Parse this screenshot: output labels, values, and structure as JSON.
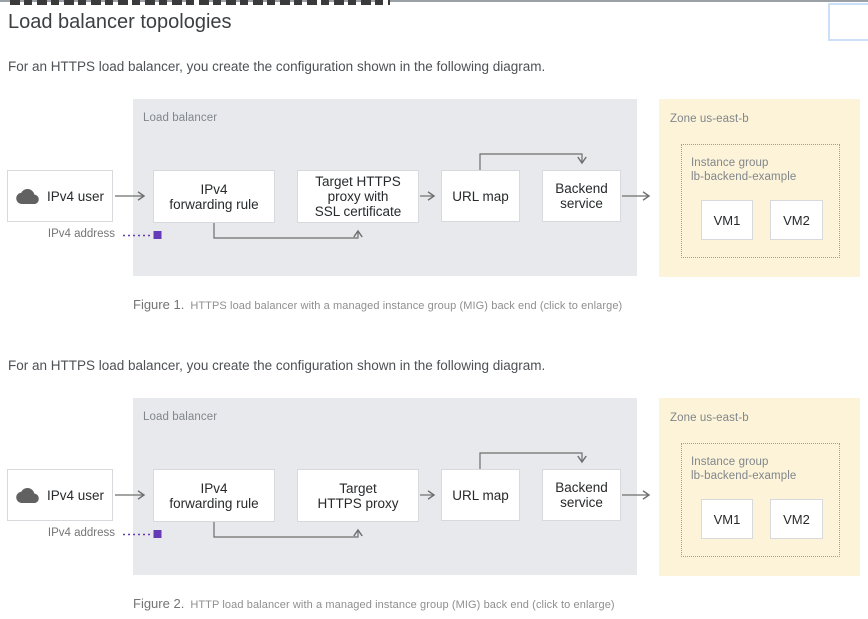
{
  "page": {
    "title": "Load balancer topologies",
    "intro_1": "For an HTTPS load balancer, you create the configuration shown in the following diagram.",
    "intro_2": "For an HTTPS load balancer, you create the configuration shown in the following diagram."
  },
  "figures": [
    {
      "label": "Figure 1.",
      "caption": "HTTPS load balancer with a managed instance group (MIG) back end (click to enlarge)"
    },
    {
      "label": "Figure 2.",
      "caption": "HTTP load balancer with a managed instance group (MIG) back end (click to enlarge)"
    }
  ],
  "diagrams": [
    {
      "lb_label": "Load balancer",
      "user": "IPv4 user",
      "address": "IPv4 address",
      "forwarding_rule": "IPv4\nforwarding rule",
      "proxy": "Target HTTPS\nproxy with\nSSL certificate",
      "url_map": "URL map",
      "backend": "Backend\nservice",
      "zone": "Zone us-east-b",
      "instance_group": "Instance group\nlb-backend-example",
      "vm1": "VM1",
      "vm2": "VM2"
    },
    {
      "lb_label": "Load balancer",
      "user": "IPv4 user",
      "address": "IPv4 address",
      "forwarding_rule": "IPv4\nforwarding rule",
      "proxy": "Target\nHTTPS proxy",
      "url_map": "URL map",
      "backend": "Backend\nservice",
      "zone": "Zone us-east-b",
      "instance_group": "Instance group\nlb-backend-example",
      "vm1": "VM1",
      "vm2": "VM2"
    }
  ],
  "colors": {
    "accent_purple": "#673ab7",
    "zone_bg": "#fcf3d9",
    "lb_container_bg": "#e8e9ed",
    "connector_gray": "#6e6e6e",
    "label_gray": "#80868b"
  }
}
